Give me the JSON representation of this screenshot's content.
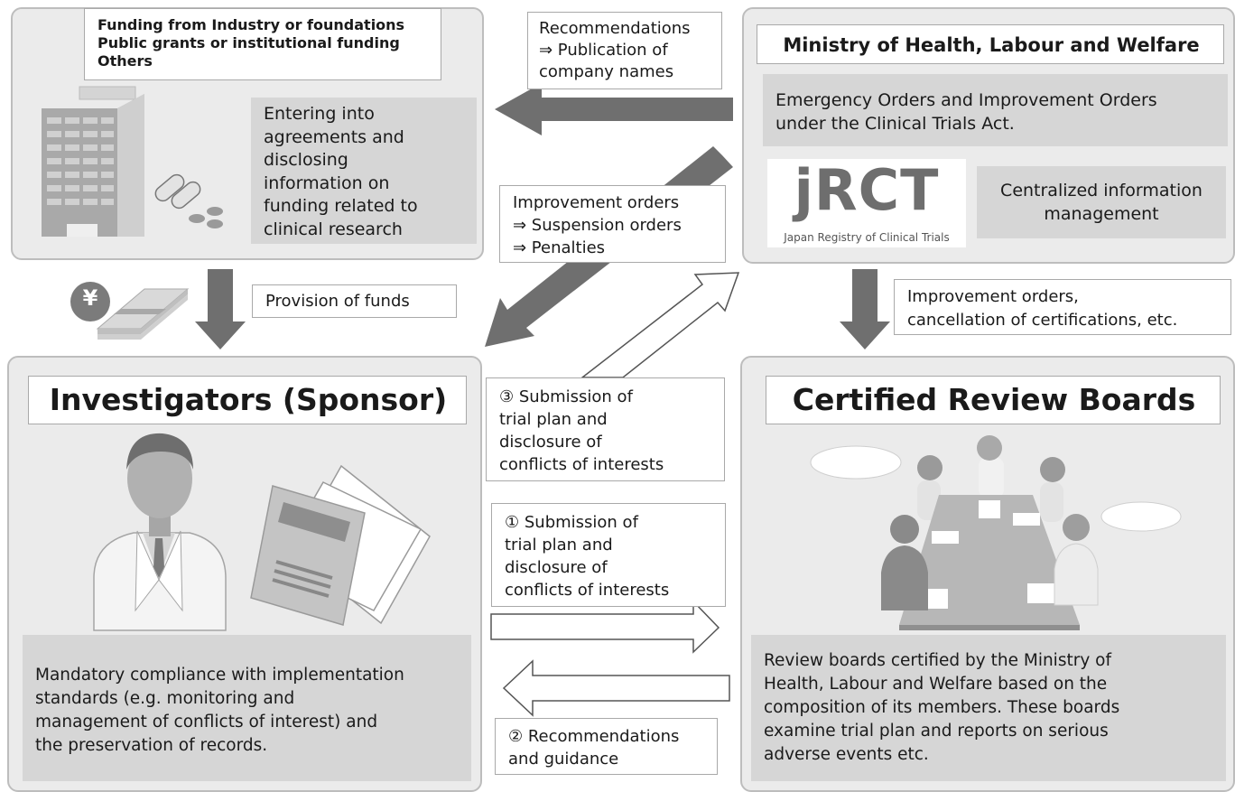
{
  "funding": {
    "sources": "Funding from Industry or foundations\nPublic grants or institutional funding\nOthers",
    "agreements": "Entering into\nagreements and\ndisclosing\ninformation on\nfunding related to\nclinical research"
  },
  "mhlw": {
    "title": "Ministry of Health, Labour and Welfare",
    "orders": "Emergency Orders and Improvement Orders\nunder the Clinical Trials Act.",
    "jrct_logo": "jRCT",
    "jrct_subtitle": "Japan Registry of Clinical Trials",
    "centralized": "Centralized information\nmanagement"
  },
  "investigators": {
    "title": "Investigators (Sponsor)",
    "compliance": "Mandatory compliance with implementation\nstandards (e.g. monitoring and\nmanagement of conflicts of interest) and\nthe preservation of records."
  },
  "boards": {
    "title": "Certified Review Boards",
    "description": "Review boards certified by the Ministry of\nHealth, Labour and Welfare based on the\ncomposition of its members. These boards\nexamine trial plan and reports on serious\nadverse events etc."
  },
  "flows": {
    "recommendations_publication": "Recommendations\n⇒ Publication of\ncompany names",
    "improvement_suspension": "Improvement orders\n⇒ Suspension orders\n⇒ Penalties",
    "provision_of_funds": "Provision of funds",
    "improvement_cancellation": "Improvement orders,\ncancellation of certifications, etc.",
    "submission_3": "③ Submission of\n    trial plan and\n    disclosure of\n    conflicts of interests",
    "submission_1": "① Submission of\n    trial plan and\n    disclosure of\n    conflicts of interests",
    "recommendations_guidance": "② Recommendations\nand guidance"
  },
  "yen_symbol": "¥",
  "colors": {
    "panel": "#ebebeb",
    "dark_arrow": "#6f6f6f",
    "gray_box": "#d6d6d6"
  }
}
